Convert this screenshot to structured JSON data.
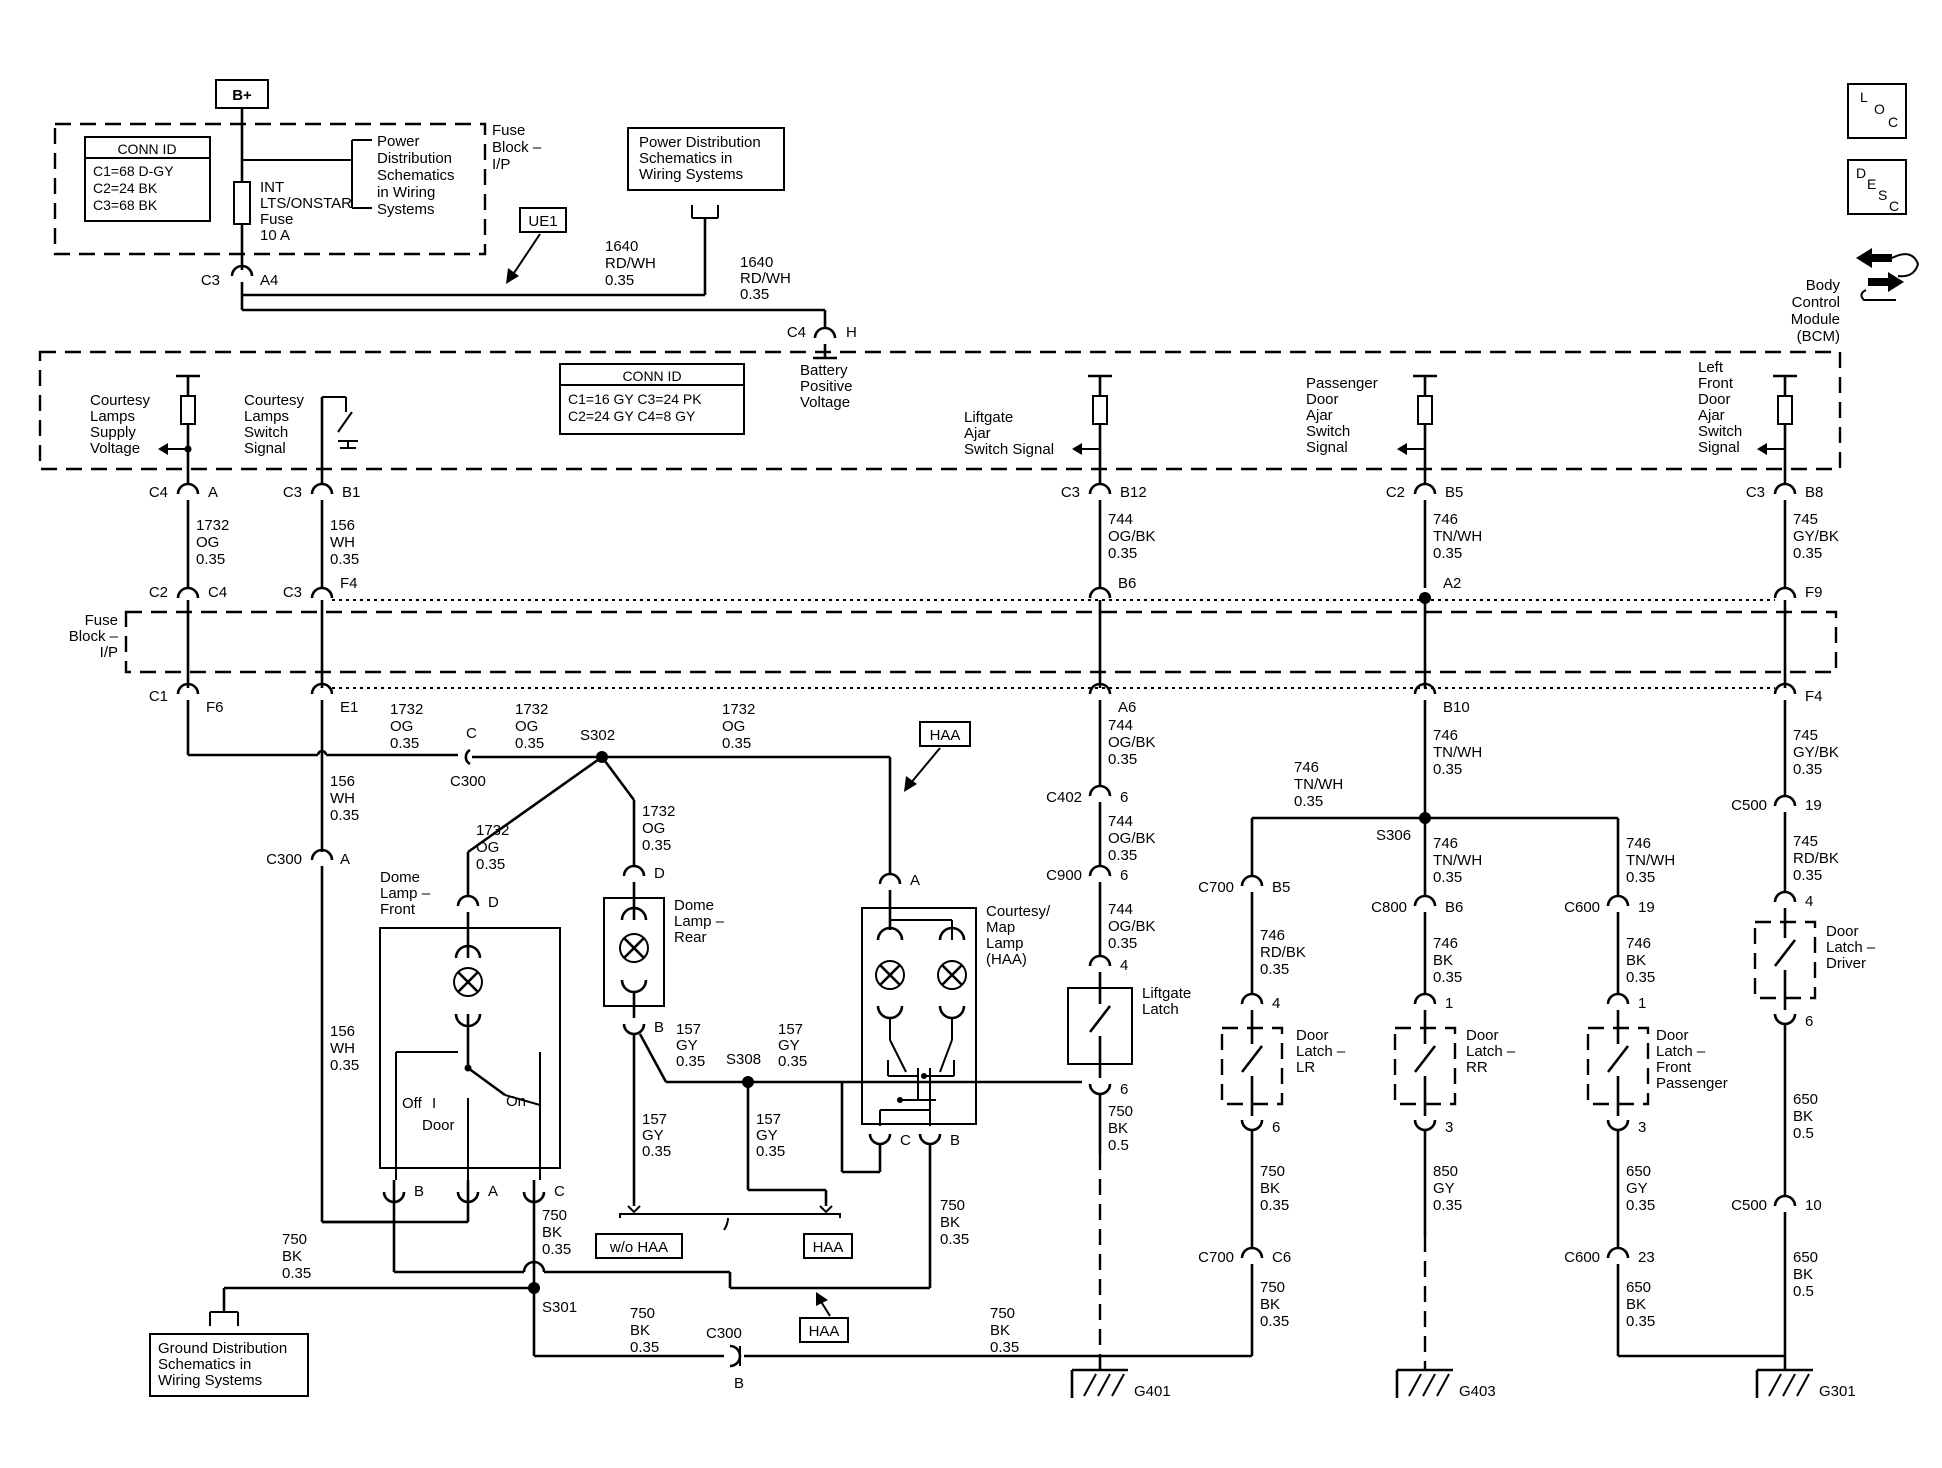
{
  "supply": {
    "label": "B+"
  },
  "fuse_block_top": {
    "conn_id_title": "CONN ID",
    "conn_ids": [
      "C1=68 D-GY",
      "C2=24 BK",
      "C3=68 BK"
    ],
    "name_lines": [
      "Fuse",
      "Block –",
      "I/P"
    ],
    "fuse_lines": [
      "INT",
      "LTS/ONSTAR",
      "Fuse",
      "10 A"
    ],
    "power_ref_lines": [
      "Power",
      "Distribution",
      "Schematics",
      "in Wiring",
      "Systems"
    ]
  },
  "power_dist_box": {
    "lines": [
      "Power Distribution",
      "Schematics in",
      "Wiring Systems"
    ]
  },
  "option_tags": {
    "ue1": "UE1",
    "haa_top": "HAA",
    "haa_bottom": "HAA",
    "haa_right": "HAA",
    "wo_haa": "w/o HAA"
  },
  "icons": {
    "loc": [
      "L",
      "O",
      "C"
    ],
    "desc": [
      "D",
      "E",
      "S",
      "C"
    ]
  },
  "bcm": {
    "name_lines": [
      "Body",
      "Control",
      "Module",
      "(BCM)"
    ],
    "conn_id_title": "CONN ID",
    "conn_ids": [
      "C1=16 GY  C3=24 PK",
      "C2=24 GY  C4=8 GY"
    ],
    "battery_lines": [
      "Battery",
      "Positive",
      "Voltage"
    ],
    "courtesy_supply": [
      "Courtesy",
      "Lamps",
      "Supply",
      "Voltage"
    ],
    "courtesy_switch": [
      "Courtesy",
      "Lamps",
      "Switch",
      "Signal"
    ],
    "liftgate_ajar": [
      "Liftgate",
      "Ajar",
      "Switch Signal"
    ],
    "pass_door_ajar": [
      "Passenger",
      "Door",
      "Ajar",
      "Switch",
      "Signal"
    ],
    "lf_door_ajar": [
      "Left",
      "Front",
      "Door",
      "Ajar",
      "Switch",
      "Signal"
    ]
  },
  "fuse_block_mid": {
    "name_lines": [
      "Fuse",
      "Block –",
      "I/P"
    ]
  },
  "connectors": {
    "top_c3": "C3",
    "top_a4": "A4",
    "c4": "C4",
    "h": "H",
    "bcm_c4": "C4",
    "bcm_a": "A",
    "bcm_c3a": "C3",
    "bcm_b1": "B1",
    "bcm_c3b": "C3",
    "bcm_b12": "B12",
    "bcm_c2": "C2",
    "bcm_b5": "B5",
    "bcm_c3c": "C3",
    "bcm_b8": "B8",
    "fb_c2": "C2",
    "fb_c4": "C4",
    "fb_c3": "C3",
    "fb_f4": "F4",
    "fb_b6": "B6",
    "fb_a2": "A2",
    "fb_f9": "F9",
    "fb_c1": "C1",
    "fb_f6": "F6",
    "fb_e1": "E1",
    "fb_a6": "A6",
    "fb_b10": "B10",
    "fb_f4b": "F4",
    "c300_c": "C",
    "c300_c_name": "C300",
    "c300_a_name": "C300",
    "c300_a": "A",
    "c402": "C402",
    "c402_pin": "6",
    "c900": "C900",
    "c900_pin": "6",
    "liftgate_top": "4",
    "liftgate_bot": "6",
    "c700": "C700",
    "c700_pin": "B5",
    "lr_top": "4",
    "lr_bot": "6",
    "c800": "C800",
    "c800_pin": "B6",
    "rr_top": "1",
    "rr_bot": "3",
    "c600": "C600",
    "c600_pin": "19",
    "fp_top": "1",
    "fp_bot": "3",
    "c500": "C500",
    "c500_pin": "19",
    "drv_top": "4",
    "drv_bot": "6",
    "c700b": "C700",
    "c700b_pin": "C6",
    "c600b": "C600",
    "c600b_pin": "23",
    "c500b": "C500",
    "c500b_pin": "10",
    "c300b_name": "C300",
    "c300b_pin": "B",
    "dome_front_d": "D",
    "dome_rear_d": "D",
    "dome_rear_b": "B",
    "map_a": "A",
    "map_c": "C",
    "map_b": "B",
    "dome_b": "B",
    "dome_a": "A",
    "dome_c": "C"
  },
  "splices": {
    "s302": "S302",
    "s306": "S306",
    "s308": "S308",
    "s301": "S301"
  },
  "wires": {
    "w1640a": [
      "1640",
      "RD/WH",
      "0.35"
    ],
    "w1640b": [
      "1640",
      "RD/WH",
      "0.35"
    ],
    "w1732a": [
      "1732",
      "OG",
      "0.35"
    ],
    "w156a": [
      "156",
      "WH",
      "0.35"
    ],
    "w744a": [
      "744",
      "OG/BK",
      "0.35"
    ],
    "w746a": [
      "746",
      "TN/WH",
      "0.35"
    ],
    "w745a": [
      "745",
      "GY/BK",
      "0.35"
    ],
    "w1732b": [
      "1732",
      "OG",
      "0.35"
    ],
    "w1732c": [
      "1732",
      "OG",
      "0.35"
    ],
    "w1732d": [
      "1732",
      "OG",
      "0.35"
    ],
    "w156b": [
      "156",
      "WH",
      "0.35"
    ],
    "w744b": [
      "744",
      "OG/BK",
      "0.35"
    ],
    "w746b": [
      "746",
      "TN/WH",
      "0.35"
    ],
    "w745b": [
      "745",
      "GY/BK",
      "0.35"
    ],
    "w746c": [
      "746",
      "TN/WH",
      "0.35"
    ],
    "w1732e": [
      "1732",
      "OG",
      "0.35"
    ],
    "w1732f": [
      "1732",
      "OG",
      "0.35"
    ],
    "w744c": [
      "744",
      "OG/BK",
      "0.35"
    ],
    "w746d": [
      "746",
      "TN/WH",
      "0.35"
    ],
    "w746e": [
      "746",
      "TN/WH",
      "0.35"
    ],
    "w745c": [
      "745",
      "RD/BK",
      "0.35"
    ],
    "w744d": [
      "744",
      "OG/BK",
      "0.35"
    ],
    "w746f": [
      "746",
      "RD/BK",
      "0.35"
    ],
    "w746g": [
      "746",
      "BK",
      "0.35"
    ],
    "w746h": [
      "746",
      "BK",
      "0.35"
    ],
    "w156c": [
      "156",
      "WH",
      "0.35"
    ],
    "w157a": [
      "157",
      "GY",
      "0.35"
    ],
    "w157b": [
      "157",
      "GY",
      "0.35"
    ],
    "w157c": [
      "157",
      "GY",
      "0.35"
    ],
    "w157d": [
      "157",
      "GY",
      "0.35"
    ],
    "w750a": [
      "750",
      "BK",
      "0.35"
    ],
    "w750b": [
      "750",
      "BK",
      "0.35"
    ],
    "w750c": [
      "750",
      "BK",
      "0.35"
    ],
    "w750lg": [
      "750",
      "BK",
      "0.5"
    ],
    "w750lr": [
      "750",
      "BK",
      "0.35"
    ],
    "w850": [
      "850",
      "GY",
      "0.35"
    ],
    "w650a": [
      "650",
      "GY",
      "0.35"
    ],
    "w650b": [
      "650",
      "BK",
      "0.5"
    ],
    "w750d": [
      "750",
      "BK",
      "0.35"
    ],
    "w750e": [
      "750",
      "BK",
      "0.35"
    ],
    "w750f": [
      "750",
      "BK",
      "0.35"
    ],
    "w650c": [
      "650",
      "BK",
      "0.35"
    ],
    "w650d": [
      "650",
      "BK",
      "0.5"
    ]
  },
  "components": {
    "dome_front": [
      "Dome",
      "Lamp –",
      "Front"
    ],
    "dome_switch_off": "Off",
    "dome_switch_door": "Door",
    "dome_switch_on": "On",
    "dome_rear": [
      "Dome",
      "Lamp –",
      "Rear"
    ],
    "map_lamp": [
      "Courtesy/",
      "Map",
      "Lamp",
      "(HAA)"
    ],
    "liftgate_latch": [
      "Liftgate",
      "Latch"
    ],
    "latch_lr": [
      "Door",
      "Latch –",
      "LR"
    ],
    "latch_rr": [
      "Door",
      "Latch –",
      "RR"
    ],
    "latch_fp": [
      "Door",
      "Latch –",
      "Front",
      "Passenger"
    ],
    "latch_drv": [
      "Door",
      "Latch –",
      "Driver"
    ]
  },
  "grounds": {
    "g401": "G401",
    "g403": "G403",
    "g301": "G301"
  },
  "ground_dist_box": {
    "lines": [
      "Ground Distribution",
      "Schematics in",
      "Wiring Systems"
    ]
  }
}
